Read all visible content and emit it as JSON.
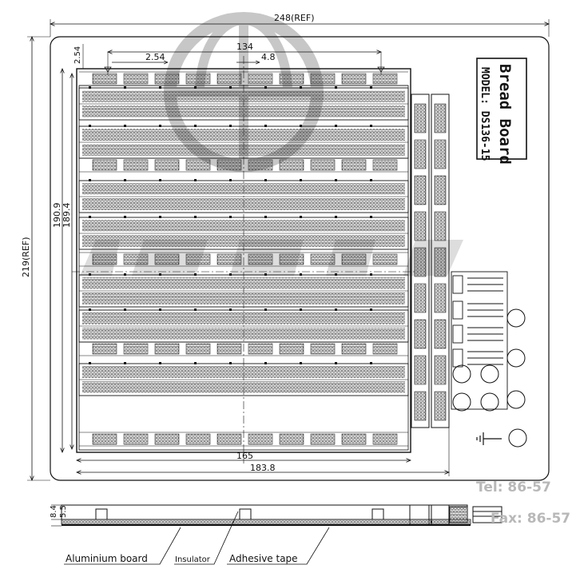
{
  "dimensions": {
    "overall_width": "248(REF)",
    "overall_height": "219(REF)",
    "row_pitch": "2.54",
    "group_pitch": "2.54",
    "top_span": "134",
    "gap": "4.8",
    "board_height_a": "190.9",
    "board_height_b": "189.4",
    "bottom_inner": "165",
    "bottom_outer": "183.8",
    "side_thickness_a": "8.4",
    "side_thickness_b": "5.5"
  },
  "label_plate": {
    "line1": "Bread Board",
    "line2": "MODEL: DS136-15"
  },
  "side_view_labels": {
    "base": "Aluminium board",
    "insulator": "Insulator",
    "tape": "Adhesive tape"
  },
  "watermark": {
    "tel": "Tel: 86-57",
    "fax": "Fax: 86-57"
  },
  "colors": {
    "line": "#111111",
    "watermark": "#b8b8b8"
  }
}
